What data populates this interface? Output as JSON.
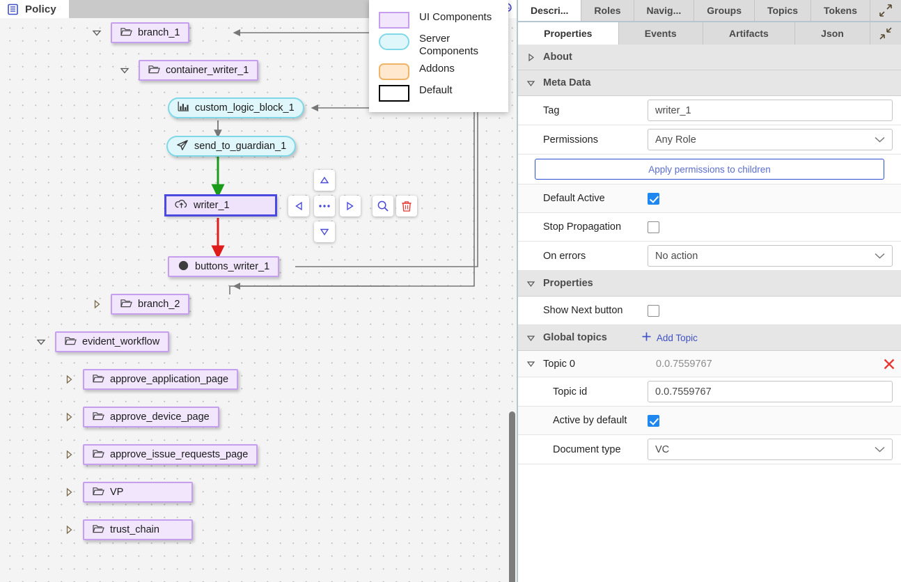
{
  "window": {
    "tab_label": "Policy",
    "tab_icon": "document-icon",
    "palette_icon": "palette-icon"
  },
  "legend": {
    "items": [
      {
        "label": "UI Components",
        "swatch": "ui",
        "color": "#f2e6fd",
        "border": "#c69ef0"
      },
      {
        "label": "Server Components",
        "swatch": "server",
        "color": "#dff7fb",
        "border": "#7fd8e8"
      },
      {
        "label": "Addons",
        "swatch": "addon",
        "color": "#ffe8ce",
        "border": "#f0b469"
      },
      {
        "label": "Default",
        "swatch": "default",
        "color": "#ffffff",
        "border": "#000000"
      }
    ]
  },
  "canvas": {
    "nodes": [
      {
        "label": "branch_1",
        "icon": "folder-icon",
        "kind": "ui"
      },
      {
        "label": "container_writer_1",
        "icon": "folder-icon",
        "kind": "ui"
      },
      {
        "label": "custom_logic_block_1",
        "icon": "bar-chart-icon",
        "kind": "server"
      },
      {
        "label": "send_to_guardian_1",
        "icon": "paper-plane-icon",
        "kind": "server"
      },
      {
        "label": "writer_1",
        "icon": "cloud-upload-icon",
        "kind": "ui-selected"
      },
      {
        "label": "buttons_writer_1",
        "icon": "circle-icon",
        "kind": "ui"
      },
      {
        "label": "branch_2",
        "icon": "folder-icon",
        "kind": "ui"
      },
      {
        "label": "evident_workflow",
        "icon": "folder-icon",
        "kind": "ui"
      },
      {
        "label": "approve_application_page",
        "icon": "folder-icon",
        "kind": "ui"
      },
      {
        "label": "approve_device_page",
        "icon": "folder-icon",
        "kind": "ui"
      },
      {
        "label": "approve_issue_requests_page",
        "icon": "folder-icon",
        "kind": "ui"
      },
      {
        "label": "VP",
        "icon": "folder-icon",
        "kind": "ui"
      },
      {
        "label": "trust_chain",
        "icon": "folder-icon",
        "kind": "ui"
      }
    ],
    "toolbar": {
      "up": "move-up-button",
      "left": "move-left-button",
      "more": "more-options-button",
      "right": "move-right-button",
      "search": "search-button",
      "delete": "delete-button"
    }
  },
  "panel": {
    "top_tabs": [
      {
        "label": "Descri...",
        "active": true
      },
      {
        "label": "Roles",
        "active": false
      },
      {
        "label": "Navig...",
        "active": false
      },
      {
        "label": "Groups",
        "active": false
      },
      {
        "label": "Topics",
        "active": false
      },
      {
        "label": "Tokens",
        "active": false
      }
    ],
    "sub_tabs": [
      {
        "label": "Properties",
        "active": true
      },
      {
        "label": "Events",
        "active": false
      },
      {
        "label": "Artifacts",
        "active": false
      },
      {
        "label": "Json",
        "active": false
      }
    ],
    "sections": {
      "about": "About",
      "meta_data": "Meta Data",
      "properties": "Properties",
      "global_topics": "Global topics",
      "add_topic": "Add Topic"
    },
    "meta": {
      "tag_label": "Tag",
      "tag_value": "writer_1",
      "permissions_label": "Permissions",
      "permissions_value": "Any Role",
      "apply_label": "Apply permissions to children",
      "default_active_label": "Default Active",
      "default_active_checked": true,
      "stop_propagation_label": "Stop Propagation",
      "stop_propagation_checked": false,
      "on_errors_label": "On errors",
      "on_errors_value": "No action"
    },
    "props": {
      "show_next_label": "Show Next button",
      "show_next_checked": false
    },
    "topic": {
      "name": "Topic 0",
      "summary": "0.0.7559767",
      "topic_id_label": "Topic id",
      "topic_id_value": "0.0.7559767",
      "active_label": "Active by default",
      "active_checked": true,
      "doctype_label": "Document type",
      "doctype_value": "VC"
    }
  },
  "colors": {
    "ui_fill": "#f2e6fd",
    "ui_border": "#c69ef0",
    "server_fill": "#dff7fb",
    "server_border": "#7fd8e8",
    "selection": "#4a4ae0",
    "edge_green": "#1a9c1a",
    "edge_red": "#e01b1b",
    "edge_gray": "#777777",
    "accent_link": "#3f51c4",
    "danger": "#e53935"
  }
}
